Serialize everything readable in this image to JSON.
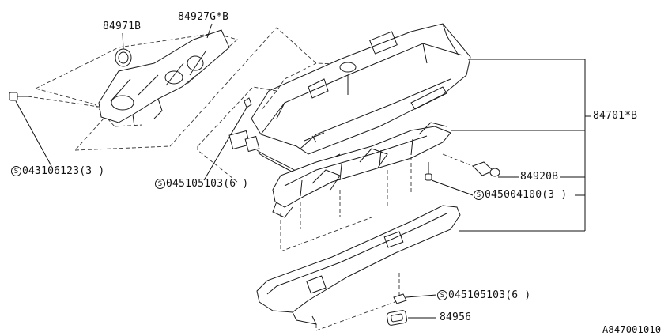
{
  "diagram": {
    "part_labels": {
      "grommet": "84971B",
      "bracket": "84927G*B",
      "assembly": "84701*B",
      "bulb": "84920B",
      "pad": "84956"
    },
    "fastener_labels": {
      "screw_left": {
        "symbol": "S",
        "code": "043106123(3 )"
      },
      "clip_mid": {
        "symbol": "S",
        "code": "045105103(6 )"
      },
      "screw_right": {
        "symbol": "S",
        "code": "045004100(3 )"
      },
      "clip_bottom": {
        "symbol": "S",
        "code": "045105103(6 )"
      }
    },
    "figure_id": "A847001010"
  }
}
